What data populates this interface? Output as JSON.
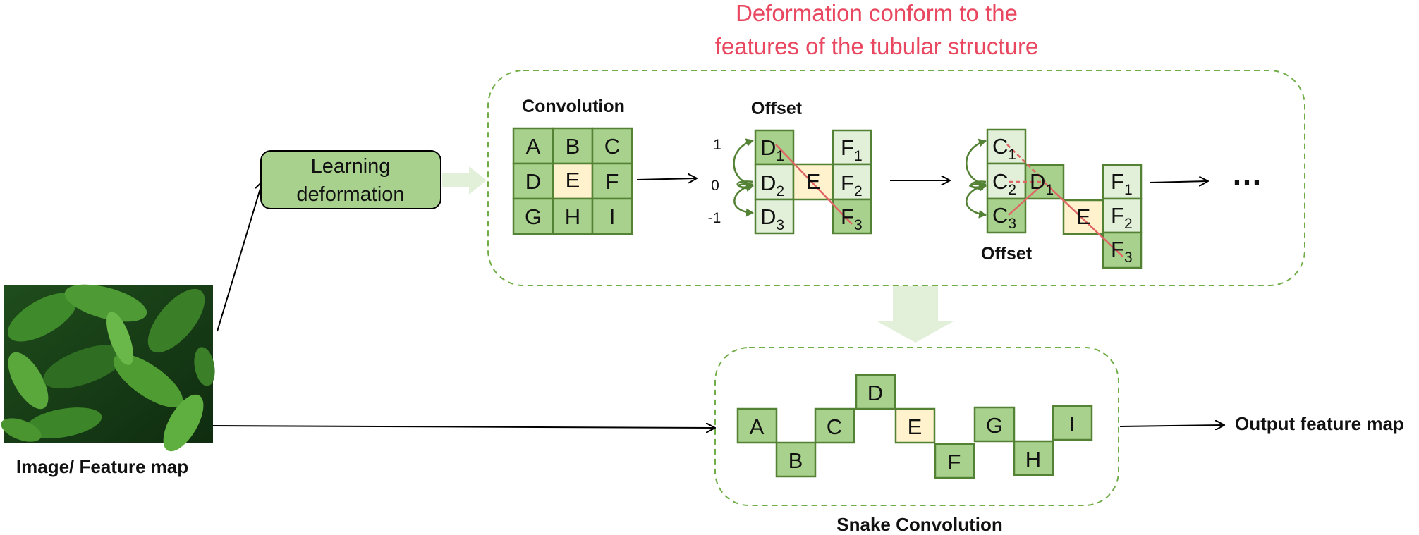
{
  "title": {
    "line1": "Deformation conform to the",
    "line2": "features of the tubular structure"
  },
  "image_label": "Image/ Feature map",
  "learning_box": {
    "line1": "Learning",
    "line2": "deformation"
  },
  "convolution_label": "Convolution",
  "grid": [
    "A",
    "B",
    "C",
    "D",
    "E",
    "F",
    "G",
    "H",
    "I"
  ],
  "offset_labels": [
    "Offset",
    "Offset"
  ],
  "offset_ticks": [
    "1",
    "0",
    "-1"
  ],
  "cells": {
    "D": "D",
    "E": "E",
    "F": "F",
    "C": "C",
    "sub1": "1",
    "sub2": "2",
    "sub3": "3"
  },
  "ellipsis": "…",
  "snake_cells": [
    "A",
    "B",
    "C",
    "D",
    "E",
    "F",
    "G",
    "H",
    "I"
  ],
  "snake_label": "Snake Convolution",
  "output_label": "Output feature map",
  "colors": {
    "cell_green": "#a9d18e",
    "cell_light": "#e2f0d9",
    "cell_yellow": "#fff2cc",
    "border_green": "#548235",
    "dashed_green": "#70ad47",
    "title_red": "#e8475f",
    "line_red": "#e06666"
  }
}
